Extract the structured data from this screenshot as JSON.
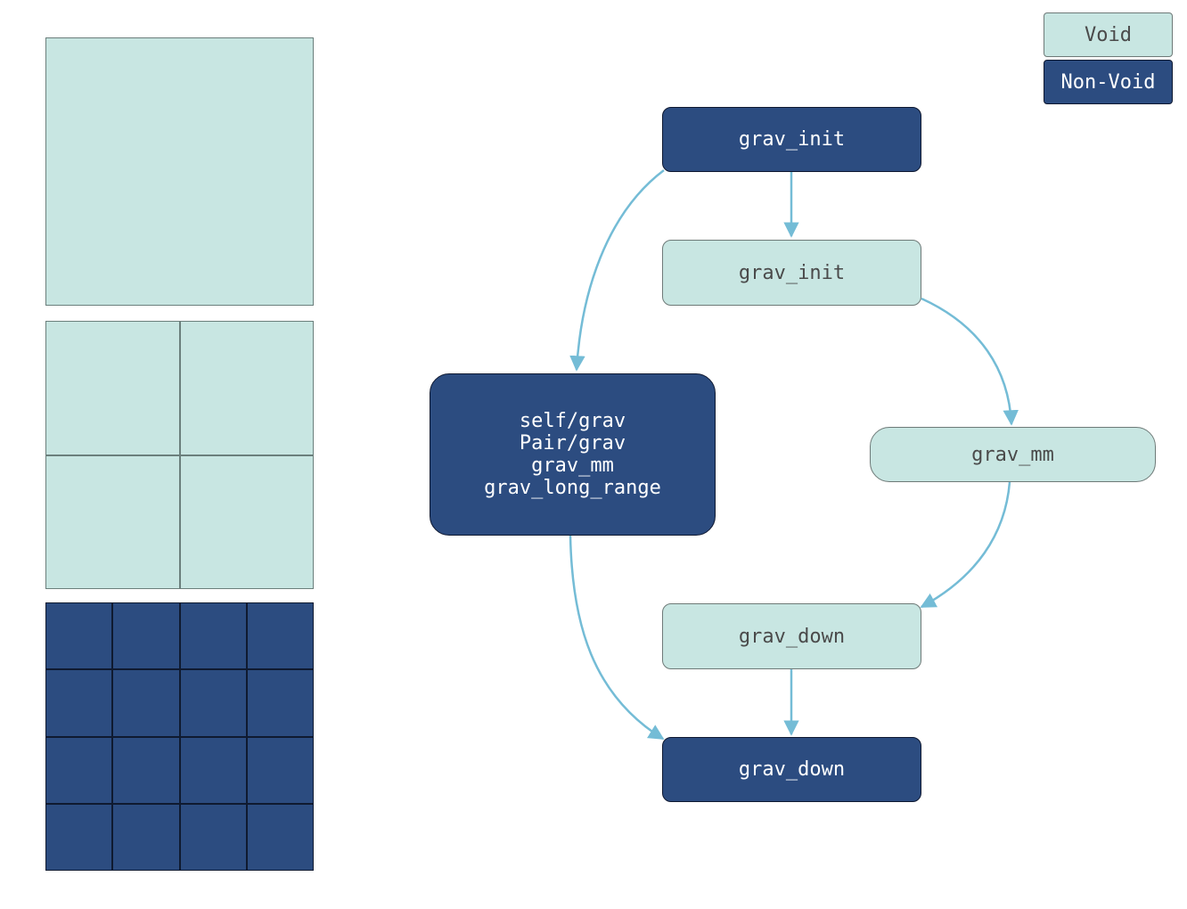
{
  "legend": {
    "void_label": "Void",
    "nonvoid_label": "Non-Void"
  },
  "colors": {
    "void": "#c8e6e2",
    "nonvoid": "#2c4c80",
    "edge": "#74bcd6"
  },
  "grids": [
    {
      "divisions": 1,
      "type": "void"
    },
    {
      "divisions": 2,
      "type": "void"
    },
    {
      "divisions": 4,
      "type": "nonvoid"
    }
  ],
  "nodes": {
    "grav_init_top": "grav_init",
    "grav_init_void": "grav_init",
    "multi": "self/grav\nPair/grav\ngrav_mm\ngrav_long_range",
    "grav_mm": "grav_mm",
    "grav_down_void": "grav_down",
    "grav_down_bottom": "grav_down"
  },
  "edges": [
    {
      "from": "grav_init_top",
      "to": "grav_init_void"
    },
    {
      "from": "grav_init_top",
      "to": "multi"
    },
    {
      "from": "grav_init_void",
      "to": "grav_mm"
    },
    {
      "from": "grav_mm",
      "to": "grav_down_void"
    },
    {
      "from": "multi",
      "to": "grav_down_bottom"
    },
    {
      "from": "grav_down_void",
      "to": "grav_down_bottom"
    }
  ]
}
